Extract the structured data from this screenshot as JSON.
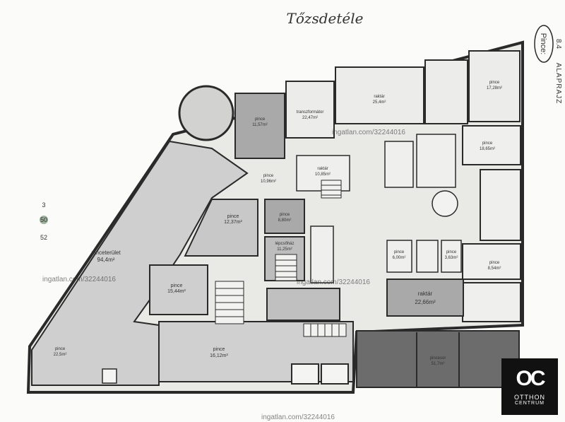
{
  "header": {
    "handwritten_title": "Tőzsdetéle",
    "sheet_label": "Pince:",
    "sheet_code": "8.4",
    "sheet_name": "ALAPRAJZ"
  },
  "side_numbers": [
    "3",
    "50",
    "52"
  ],
  "watermark": "ingatlan.com/32244016",
  "rooms": [
    {
      "name": "pinceterület",
      "area": "94,4m²"
    },
    {
      "name": "pince",
      "area": "16,12m²"
    },
    {
      "name": "pince",
      "area": "15,44m²"
    },
    {
      "name": "pince",
      "area": "12,37m²"
    },
    {
      "name": "pince",
      "area": "8,80m²"
    },
    {
      "name": "lépcsőház",
      "area": "11,25m²"
    },
    {
      "name": "pince",
      "area": "11,57m²"
    },
    {
      "name": "transzformátor",
      "area": "22,47m²"
    },
    {
      "name": "raktár",
      "area": "25,4m²"
    },
    {
      "name": "raktár",
      "area": "22,66m²"
    },
    {
      "name": "pincesor",
      "area": "51,7m²"
    },
    {
      "name": "raktár",
      "area": "10,85m²"
    },
    {
      "name": "pince",
      "area": "22,5m²"
    },
    {
      "name": "pince",
      "area": "18,65m²"
    },
    {
      "name": "pince",
      "area": "17,28m²"
    },
    {
      "name": "pince",
      "area": "10,96m²"
    },
    {
      "name": "pince",
      "area": "6,00m²"
    },
    {
      "name": "pince",
      "area": "8,54m²"
    },
    {
      "name": "pince",
      "area": "3,63m²"
    }
  ],
  "logo": {
    "mark": "OC",
    "line1": "OTTHON",
    "line2": "CENTRUM"
  },
  "colors": {
    "paper": "#fbfbf9",
    "room_light": "#cfcfcf",
    "room_mid": "#a9a9a9",
    "room_dark": "#6c6c6c",
    "wall": "#2a2a2a",
    "logo_bg": "#111111"
  }
}
